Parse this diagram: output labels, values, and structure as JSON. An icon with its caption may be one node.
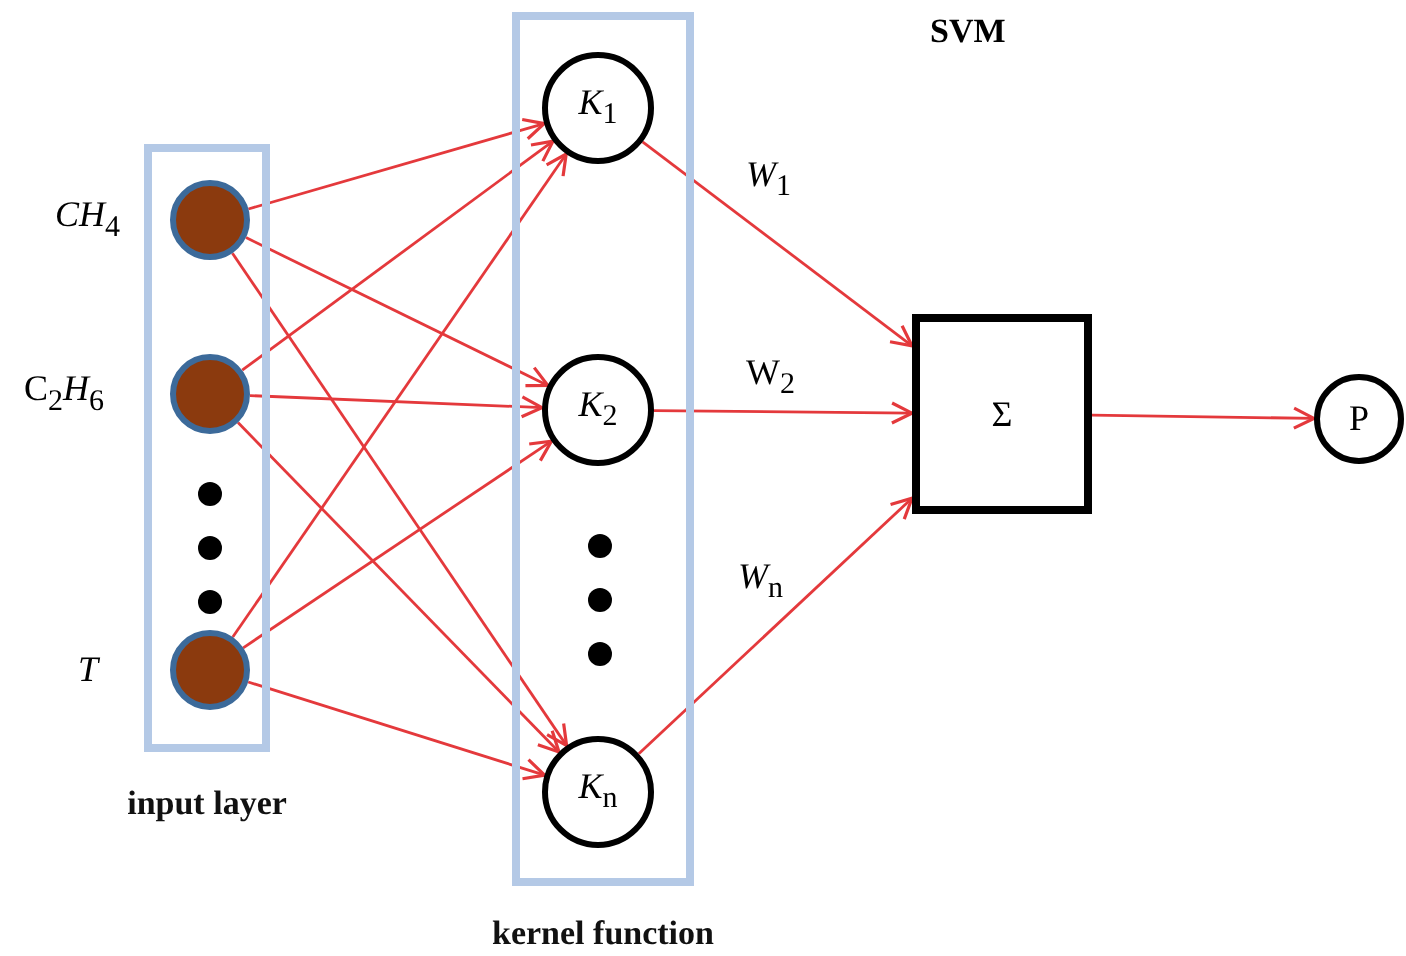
{
  "diagram": {
    "title": "SVM",
    "nodes": [
      {
        "text": [
          "input layer"
        ]
      },
      {
        "text": [
          "kernel function"
        ]
      },
      {
        "text": [],
        "shape": "circle",
        "in": 0,
        "beside": [
          "*CH*$_{4}$"
        ]
      },
      {
        "text": [],
        "shape": "circle",
        "in": 0,
        "beside": [
          "C$_{2}$*H*$_{6}$"
        ]
      },
      {
        "text": [],
        "shape": "circle",
        "in": 0,
        "beside": [
          "*T*"
        ]
      },
      {
        "text": [
          "*K*$_{1}$"
        ],
        "in": 1
      },
      {
        "text": [
          "*K*$_{2}$"
        ],
        "in": 1
      },
      {
        "text": [
          "*K*$_{n}$"
        ],
        "in": 1
      },
      {
        "text": [
          "Σ"
        ]
      },
      {
        "text": [
          "P"
        ]
      }
    ],
    "edges": [
      {
        "from": 2,
        "to": 5,
        "arrow": "to"
      },
      {
        "from": 2,
        "to": 6,
        "arrow": "to"
      },
      {
        "from": 2,
        "to": 7,
        "arrow": "to"
      },
      {
        "from": 3,
        "to": 5,
        "arrow": "to"
      },
      {
        "from": 3,
        "to": 6,
        "arrow": "to"
      },
      {
        "from": 3,
        "to": 7,
        "arrow": "to"
      },
      {
        "from": 4,
        "to": 5,
        "arrow": "to"
      },
      {
        "from": 4,
        "to": 6,
        "arrow": "to"
      },
      {
        "from": 4,
        "to": 7,
        "arrow": "to"
      },
      {
        "from": 5,
        "to": 8,
        "arrow": "to",
        "label": "*W*$_{1}$"
      },
      {
        "from": 6,
        "to": 8,
        "arrow": "to",
        "label": "W$_{2}$"
      },
      {
        "from": 7,
        "to": 8,
        "arrow": "to",
        "label": "*W*$_{n}$"
      },
      {
        "from": 8,
        "to": 9,
        "arrow": "to"
      }
    ]
  }
}
